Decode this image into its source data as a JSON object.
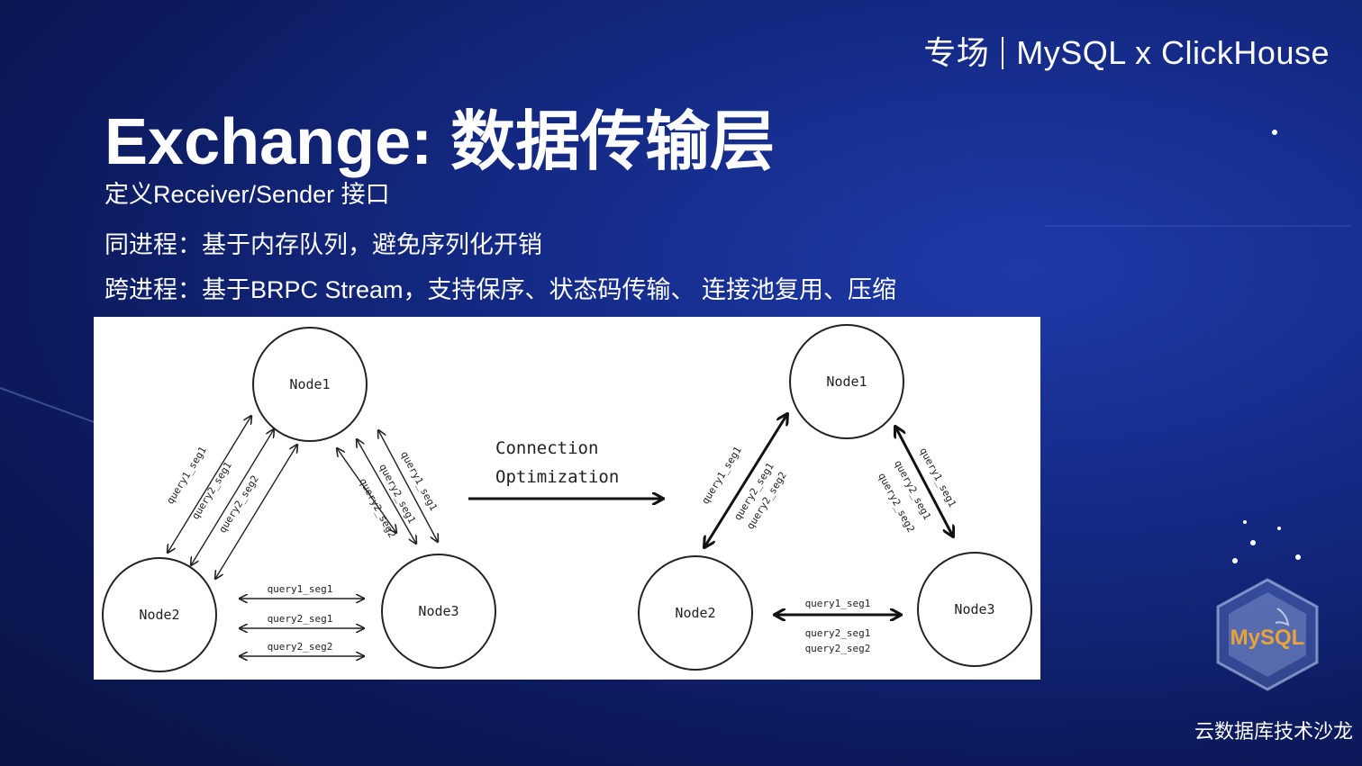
{
  "header": {
    "event_prefix": "专场",
    "event_topic": "MySQL x ClickHouse"
  },
  "title": "Exchange: 数据传输层",
  "lines": [
    "定义Receiver/Sender 接口",
    "同进程：基于内存队列，避免序列化开销",
    "跨进程：基于BRPC Stream，支持保序、状态码传输、 连接池复用、压缩"
  ],
  "diagram": {
    "left": {
      "nodes": [
        "Node1",
        "Node2",
        "Node3"
      ],
      "edge_12_labels": [
        "query1_seg1",
        "query2_seg1",
        "query2_seg2"
      ],
      "edge_13_labels": [
        "query1_seg1",
        "query2_seg1",
        "query2_seg2"
      ],
      "edge_23_labels": [
        "query1_seg1",
        "query2_seg1",
        "query2_seg2"
      ]
    },
    "middle": {
      "line1": "Connection",
      "line2": "Optimization"
    },
    "right": {
      "nodes": [
        "Node1",
        "Node2",
        "Node3"
      ],
      "edge_12_labels": [
        "query1_seg1",
        "query2_seg1",
        "query2_seg2"
      ],
      "edge_13_labels": [
        "query1_seg1",
        "query2_seg1",
        "query2_seg2"
      ],
      "edge_23_labels": [
        "query1_seg1",
        "query2_seg1",
        "query2_seg2"
      ]
    }
  },
  "badge": {
    "text": "MySQL"
  },
  "footer": "云数据库技术沙龙",
  "colors": {
    "background": "#142a86",
    "panel": "#ffffff",
    "ink": "#222222",
    "badge_text": "#e8a33c"
  }
}
